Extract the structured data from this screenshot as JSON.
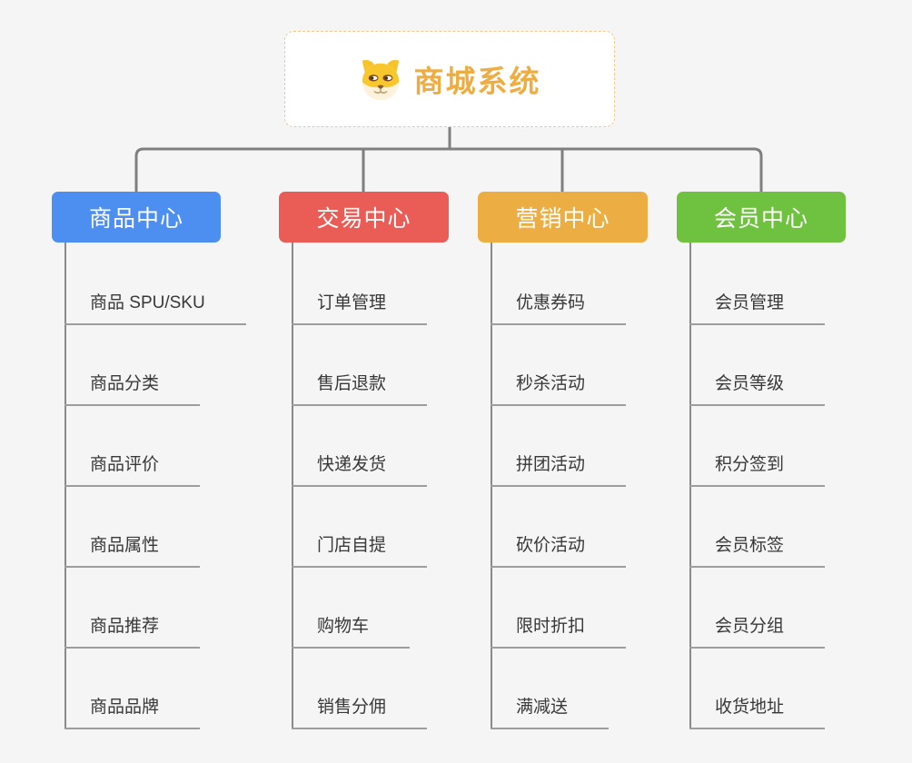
{
  "root": {
    "title": "商城系统",
    "icon": "dog-face-icon",
    "text_color": "#EDAD43",
    "border_color": "#F2C883"
  },
  "branches": [
    {
      "label": "商品中心",
      "color": "#4C8FF0",
      "items": [
        "商品 SPU/SKU",
        "商品分类",
        "商品评价",
        "商品属性",
        "商品推荐",
        "商品品牌"
      ]
    },
    {
      "label": "交易中心",
      "color": "#E95D56",
      "items": [
        "订单管理",
        "售后退款",
        "快递发货",
        "门店自提",
        "购物车",
        "销售分佣"
      ]
    },
    {
      "label": "营销中心",
      "color": "#ECAD42",
      "items": [
        "优惠券码",
        "秒杀活动",
        "拼团活动",
        "砍价活动",
        "限时折扣",
        "满减送"
      ]
    },
    {
      "label": "会员中心",
      "color": "#6FC23F",
      "items": [
        "会员管理",
        "会员等级",
        "积分签到",
        "会员标签",
        "会员分组",
        "收货地址"
      ]
    }
  ],
  "colors": {
    "background": "#F5F5F5",
    "connector": "#7F7F7F",
    "trunk_line": "#8A8A8A",
    "leaf_underline": "#9D9D9D",
    "leaf_text": "#383838"
  }
}
